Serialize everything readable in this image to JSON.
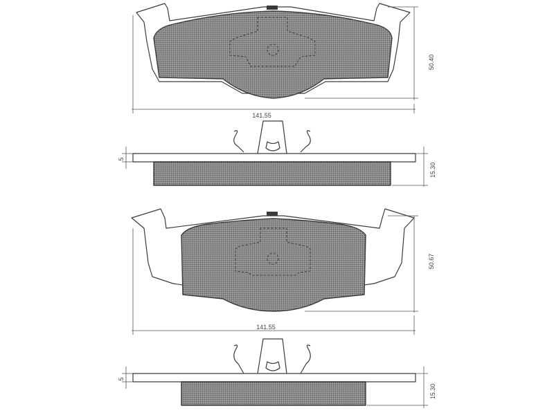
{
  "pad_top": {
    "dimensions": {
      "width": "141.55",
      "height": "50.40"
    }
  },
  "section_top": {
    "dimensions": {
      "backing_thickness": "5",
      "total_thickness": "15.30"
    }
  },
  "pad_bottom": {
    "dimensions": {
      "width": "141.55",
      "height": "50.67"
    }
  },
  "section_bottom": {
    "dimensions": {
      "backing_thickness": "5",
      "total_thickness": "15.30"
    }
  },
  "colors": {
    "line": "#3a3a3a",
    "lining_fill": "#8a8a8a",
    "background": "#ffffff"
  }
}
